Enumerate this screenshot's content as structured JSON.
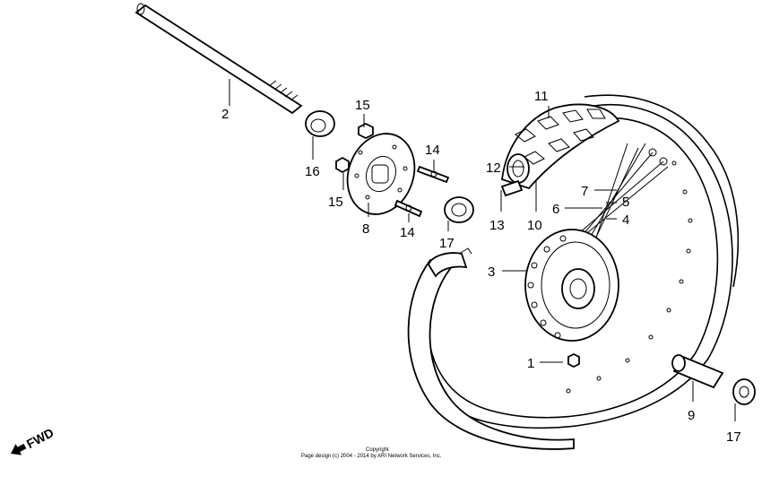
{
  "callouts": {
    "c1": "1",
    "c2": "2",
    "c3": "3",
    "c4": "4",
    "c5": "5",
    "c6": "6",
    "c7": "7",
    "c8": "8",
    "c9": "9",
    "c10": "10",
    "c11": "11",
    "c12": "12",
    "c13": "13",
    "c14a": "14",
    "c14b": "14",
    "c15a": "15",
    "c15b": "15",
    "c16": "16",
    "c17a": "17",
    "c17b": "17"
  },
  "direction_label": "FWD",
  "copyright": {
    "line1": "Copyright",
    "line2": "Page design (c) 2004 - 2014 by ARI Network Services, Inc."
  }
}
